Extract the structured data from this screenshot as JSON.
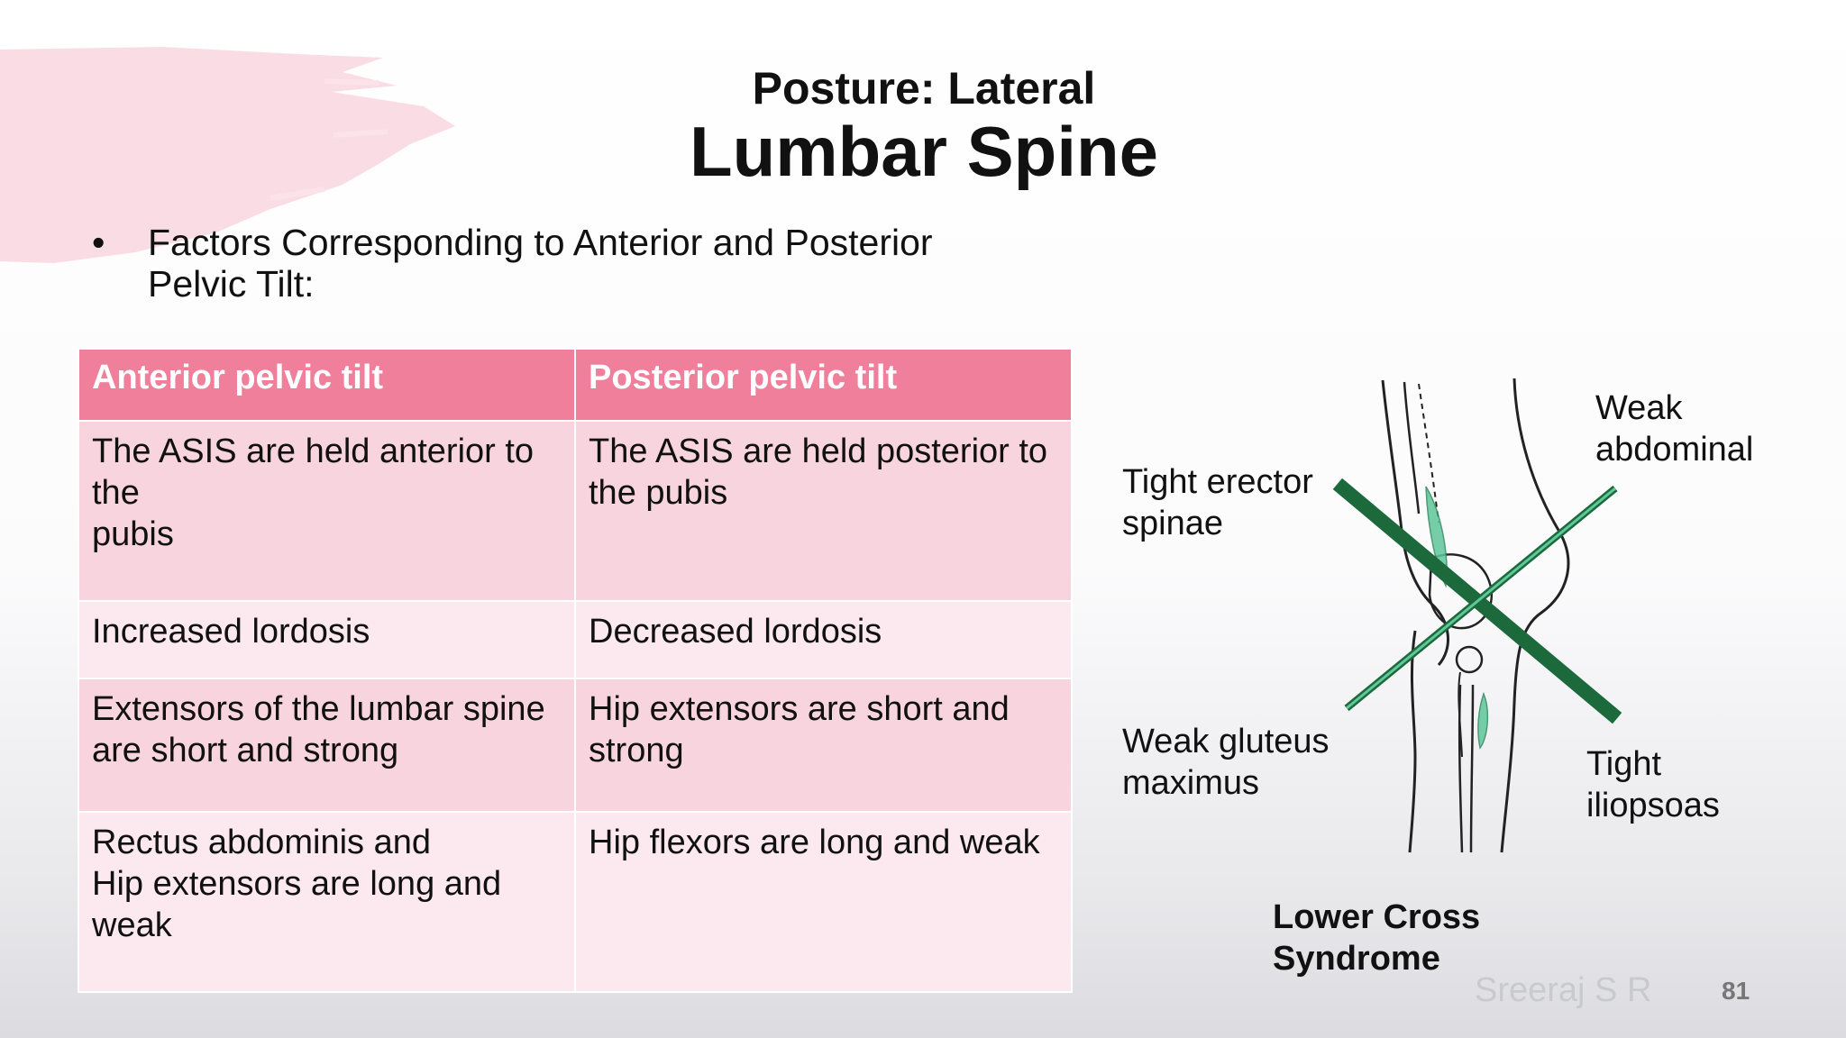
{
  "slide": {
    "title_line1": "Posture: Lateral",
    "title_line2": "Lumbar Spine",
    "bullet_marker": "•",
    "bullet_text": "Factors Corresponding to Anterior and Posterior Pelvic Tilt:"
  },
  "table": {
    "headers": [
      "Anterior pelvic tilt",
      "Posterior pelvic tilt"
    ],
    "rows": [
      [
        "The ASIS are held anterior to the\npubis",
        "The ASIS are held posterior to the pubis"
      ],
      [
        "Increased lordosis",
        "Decreased lordosis"
      ],
      [
        "Extensors of the lumbar spine are short and strong",
        "Hip extensors are short and strong"
      ],
      [
        "Rectus abdominis and\nHip extensors are long and weak",
        "Hip flexors are long and weak"
      ]
    ]
  },
  "figure": {
    "labels": {
      "tight_erector": "Tight erector spinae",
      "weak_abdominal": "Weak abdominal",
      "weak_gluteus": "Weak gluteus maximus",
      "tight_iliopsoas": "Tight iliopsoas"
    },
    "caption": "Lower Cross Syndrome",
    "cross_color": "#1c6a3c",
    "muscle_color": "#5fc79a"
  },
  "footer": {
    "author": "Sreeraj S R",
    "page_number": "81"
  },
  "colors": {
    "header_bg": "#ef7f9a",
    "row_dark": "#f8d4de",
    "row_light": "#fce9ef",
    "brush": "#f9d6df"
  }
}
